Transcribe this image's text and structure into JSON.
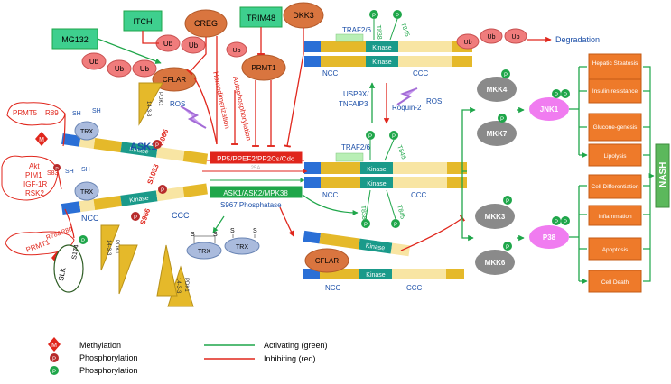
{
  "colors": {
    "activating": "#1fa64a",
    "inhibiting": "#e0261c",
    "ub": "#f07c7c",
    "teal": "#1a9a8a",
    "orange_box": "#ee7a2a",
    "oval_orange": "#d9753f",
    "mkk_gray": "#8a8a8a",
    "jnk_pink": "#f07cf0",
    "nash_green": "#5cb85c",
    "gold": "#e5b92a",
    "blue_bar": "#2a6fd6"
  },
  "labels": {
    "mg132": "MG132",
    "itch": "ITCH",
    "creg": "CREG",
    "trim48": "TRIM48",
    "dkk3": "DKK3",
    "ub": "Ub",
    "cflar": "CFLAR",
    "prmt1": "PRMT1",
    "homodimerization": "Homodimerization",
    "autophosphorylation": "Autophosphorylation",
    "traf26": "TRAF2/6",
    "t838": "T838",
    "t845": "T845",
    "kinase": "Kinase",
    "ncc": "NCC",
    "ccc": "CCC",
    "degradation": "Degradation",
    "usp9x": "USP9X/",
    "tnfaip3": "TNFAIP3",
    "roquin2": "Roquin-2",
    "ros": "ROS",
    "ask1": "ASK1",
    "s966": "S966",
    "s1033": "S1033",
    "s967": "S967",
    "s83": "S83",
    "r89": "R89",
    "r78r80": "R78&R80",
    "s174": "S174",
    "sh": "SH",
    "trx": "TRX",
    "s": "S",
    "prmt5": "PRMT5",
    "akt_group": [
      "Akt",
      "PIM1",
      "IGF-1R",
      "RSK2"
    ],
    "prmt1r78": "PRMT1",
    "slk": "SLK",
    "m": "M",
    "p": "P",
    "protein1433": "14-3-3",
    "pdk1": "PDK1",
    "phosphatase_bar": "PP5/PPEF2/PP2Cε/Cdc",
    "phosphatase_sub": "25A",
    "ask_family_bar": "ASK1/ASK2/MPK38",
    "s967_phosphatase": "S967 Phosphatase",
    "mkk4": "MKK4",
    "mkk7": "MKK7",
    "mkk3": "MKK3",
    "mkk6": "MKK6",
    "jnk1": "JNK1",
    "p38": "P38",
    "nash": "NASH",
    "jnk_outcomes": [
      "Hepatic Steatosis",
      "Insulin resistance",
      "Glucone-genesis",
      "Lipolysis"
    ],
    "p38_outcomes": [
      "Cell Differentiation",
      "Inflammation",
      "Apoptosis",
      "Cell Death"
    ]
  },
  "legend": [
    {
      "symbol": "M",
      "label": "Methylation"
    },
    {
      "symbol": "P-red",
      "label": "Phosphorylation"
    },
    {
      "symbol": "P-green",
      "label": "Phosphorylation"
    },
    {
      "symbol": "green-line",
      "label": "Activating (green)"
    },
    {
      "symbol": "red-line",
      "label": "Inhibiting (red)"
    }
  ]
}
